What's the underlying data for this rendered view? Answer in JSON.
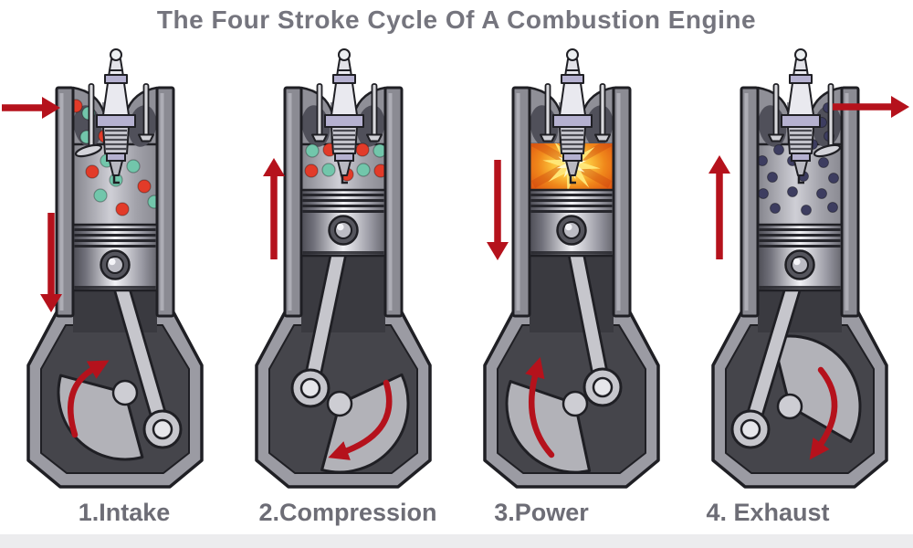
{
  "title": "The Four Stroke Cycle Of A Combustion Engine",
  "stages": [
    {
      "id": "intake",
      "label": "1.Intake",
      "piston": "low",
      "side_arrow": "down",
      "flow_arrow": "in",
      "valve_open": "left",
      "chamber": "fuel-air-mixture"
    },
    {
      "id": "compression",
      "label": "2.Compression",
      "piston": "high",
      "side_arrow": "up",
      "flow_arrow": "none",
      "valve_open": "none",
      "chamber": "compressed-mixture"
    },
    {
      "id": "power",
      "label": "3.Power",
      "piston": "high",
      "side_arrow": "down",
      "flow_arrow": "none",
      "valve_open": "none",
      "chamber": "combustion"
    },
    {
      "id": "exhaust",
      "label": "4. Exhaust",
      "piston": "low",
      "side_arrow": "up",
      "flow_arrow": "out",
      "valve_open": "right",
      "chamber": "exhaust-gas"
    }
  ],
  "colors": {
    "arrow_red": "#b5121c",
    "fuel_red": "#e23b29",
    "air_teal": "#72c6ab",
    "exhaust_navy": "#3d3d60",
    "fire_orange": "#f0881b",
    "fire_yellow": "#ffe97a",
    "title_gray": "#75757e",
    "label_gray": "#6d6d76"
  }
}
